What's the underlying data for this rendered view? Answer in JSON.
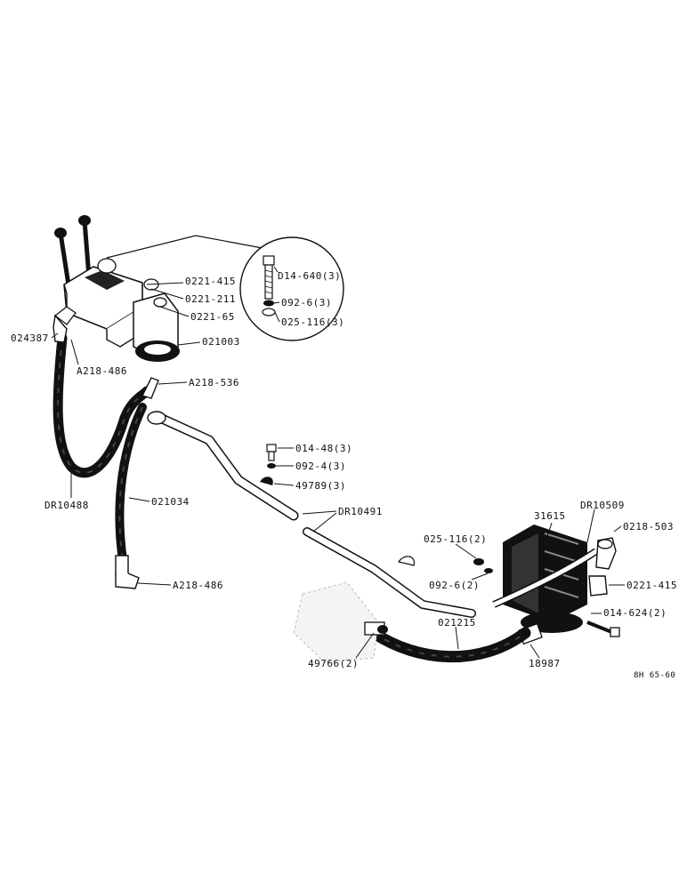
{
  "labels": {
    "p014_640": "D14-640(3)",
    "p092_6_3": "092-6(3)",
    "p025_116_3": "025-116(3)",
    "p0221_415_top": "0221-415",
    "p0221_211": "0221-211",
    "p0221_65": "0221-65",
    "p024387": "024387",
    "p021003": "021003",
    "a218_486_top": "A218-486",
    "a218_536": "A218-536",
    "p014_48": "014-48(3)",
    "p092_4": "092-4(3)",
    "p49789": "49789(3)",
    "dr10488": "DR10488",
    "p021034": "021034",
    "dr10491": "DR10491",
    "a218_486_bottom": "A218-486",
    "p31615": "31615",
    "dr10509": "DR10509",
    "p0218_503": "0218-503",
    "p025_116_2": "025-116(2)",
    "p092_6_2": "092-6(2)",
    "p0221_415_right": "0221-415",
    "p014_624": "014-624(2)",
    "p021215": "021215",
    "p18987": "18987",
    "p49766": "49766(2)",
    "drawing_no": "8H 65-60"
  }
}
